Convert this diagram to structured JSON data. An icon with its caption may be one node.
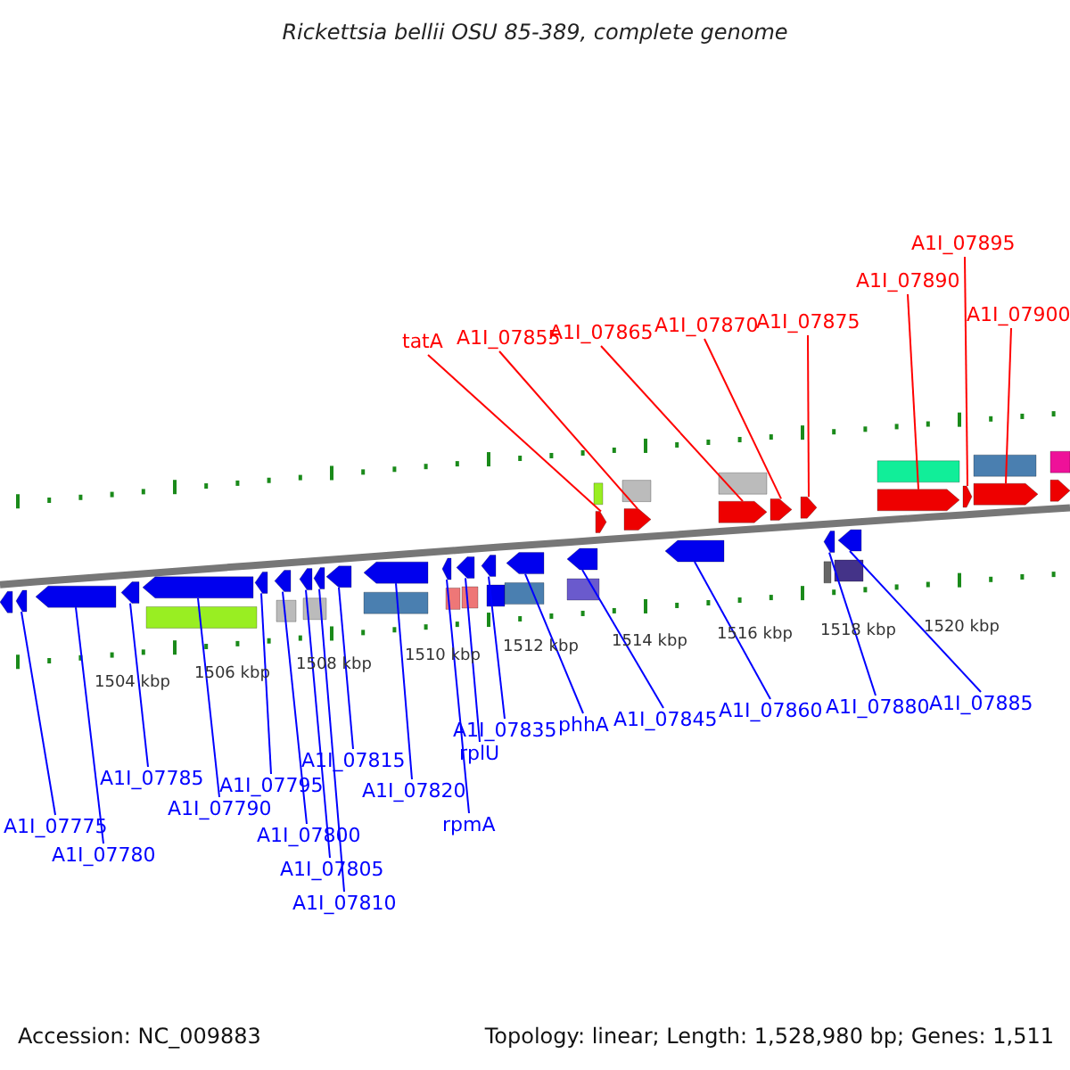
{
  "diagram": {
    "title": "Rickettsia bellii OSU 85-389, complete genome",
    "nodes": [
      {
        "text": [
          "A1I_07895"
        ]
      },
      {
        "text": [
          "A1I_07890"
        ]
      },
      {
        "text": [
          "A1I_07900"
        ]
      },
      {
        "text": [
          "tatA"
        ]
      },
      {
        "text": [
          "A1I_07855"
        ]
      },
      {
        "text": [
          "A1I_07865"
        ]
      },
      {
        "text": [
          "A1I_07870"
        ]
      },
      {
        "text": [
          "A1I_07875"
        ]
      },
      {
        "text": [
          "A1I_07885"
        ]
      },
      {
        "text": [
          "A1I_07880"
        ]
      },
      {
        "text": [
          "A1I_07860"
        ]
      },
      {
        "text": [
          "A1I_07845"
        ]
      },
      {
        "text": [
          "phhA"
        ]
      },
      {
        "text": [
          "A1I_07835"
        ]
      },
      {
        "text": [
          "rplU"
        ]
      },
      {
        "text": [
          "A1I_07815"
        ]
      },
      {
        "text": [
          "A1I_07785"
        ]
      },
      {
        "text": [
          "A1I_07795"
        ]
      },
      {
        "text": [
          "A1I_07820"
        ]
      },
      {
        "text": [
          "A1I_07790"
        ]
      },
      {
        "text": [
          "rpmA"
        ]
      },
      {
        "text": [
          "A1I_07775"
        ]
      },
      {
        "text": [
          "A1I_07800"
        ]
      },
      {
        "text": [
          "A1I_07780"
        ]
      },
      {
        "text": [
          "A1I_07805"
        ]
      },
      {
        "text": [
          "A1I_07810"
        ]
      },
      {
        "text": [],
        "shape": "box"
      },
      {
        "text": [],
        "shape": "box"
      },
      {
        "text": [],
        "shape": "box"
      },
      {
        "text": [],
        "shape": "box"
      },
      {
        "text": [],
        "shape": "box"
      },
      {
        "text": [],
        "shape": "box"
      },
      {
        "text": [],
        "shape": "box"
      },
      {
        "text": [],
        "shape": "box"
      },
      {
        "text": [],
        "shape": "box"
      },
      {
        "text": [],
        "shape": "box"
      },
      {
        "text": [],
        "shape": "box"
      },
      {
        "text": [],
        "shape": "box"
      },
      {
        "text": [],
        "shape": "box"
      },
      {
        "text": [],
        "shape": "box"
      },
      {
        "text": [],
        "shape": "box"
      },
      {
        "text": [],
        "shape": "box"
      },
      {
        "text": [],
        "shape": "box"
      },
      {
        "text": [],
        "shape": "box"
      },
      {
        "text": [],
        "shape": "box"
      },
      {
        "text": [],
        "shape": "box"
      },
      {
        "text": [],
        "shape": "box"
      },
      {
        "text": [],
        "shape": "box"
      },
      {
        "text": [],
        "shape": "box"
      },
      {
        "text": [],
        "shape": "box"
      },
      {
        "text": [],
        "shape": "box"
      },
      {
        "text": [],
        "shape": "box"
      },
      {
        "text": [],
        "shape": "box"
      }
    ],
    "edges": [
      {
        "from": 0,
        "to": 50,
        "arrow": "none",
        "color": "#ff0000"
      },
      {
        "from": 1,
        "to": 49,
        "arrow": "none",
        "color": "#ff0000"
      },
      {
        "from": 2,
        "to": 51,
        "arrow": "none",
        "color": "#ff0000"
      },
      {
        "from": 3,
        "to": 41,
        "arrow": "none",
        "color": "#ff0000"
      },
      {
        "from": 4,
        "to": 42,
        "arrow": "none",
        "color": "#ff0000"
      },
      {
        "from": 5,
        "to": 44,
        "arrow": "none",
        "color": "#ff0000"
      },
      {
        "from": 6,
        "to": 45,
        "arrow": "none",
        "color": "#ff0000"
      },
      {
        "from": 7,
        "to": 46,
        "arrow": "none",
        "color": "#ff0000"
      },
      {
        "from": 8,
        "to": 48,
        "arrow": "none"
      },
      {
        "from": 9,
        "to": 47,
        "arrow": "none"
      },
      {
        "from": 10,
        "to": 43,
        "arrow": "none"
      },
      {
        "from": 11,
        "to": 40,
        "arrow": "none"
      },
      {
        "from": 12,
        "to": 39,
        "arrow": "none"
      },
      {
        "from": 13,
        "to": 38,
        "arrow": "none"
      },
      {
        "from": 14,
        "to": 37,
        "arrow": "none"
      },
      {
        "from": 15,
        "to": 34,
        "arrow": "none"
      },
      {
        "from": 16,
        "to": 28,
        "arrow": "none"
      },
      {
        "from": 17,
        "to": 30,
        "arrow": "none"
      },
      {
        "from": 18,
        "to": 35,
        "arrow": "none"
      },
      {
        "from": 19,
        "to": 29,
        "arrow": "none"
      },
      {
        "from": 20,
        "to": 36,
        "arrow": "none"
      },
      {
        "from": 21,
        "to": 26,
        "arrow": "none"
      },
      {
        "from": 22,
        "to": 31,
        "arrow": "none"
      },
      {
        "from": 23,
        "to": 27,
        "arrow": "none"
      },
      {
        "from": 24,
        "to": 32,
        "arrow": "none"
      },
      {
        "from": 25,
        "to": 33,
        "arrow": "none"
      }
    ],
    "labels": [
      "1520 kbp",
      "1518 kbp",
      "1516 kbp",
      "1514 kbp",
      "1512 kbp",
      "1510 kbp",
      "1508 kbp",
      "1506 kbp",
      "1504 kbp",
      "Accession: NC_009883",
      "Topology: linear; Length: 1,528,980 bp; Genes: 1,511"
    ]
  }
}
